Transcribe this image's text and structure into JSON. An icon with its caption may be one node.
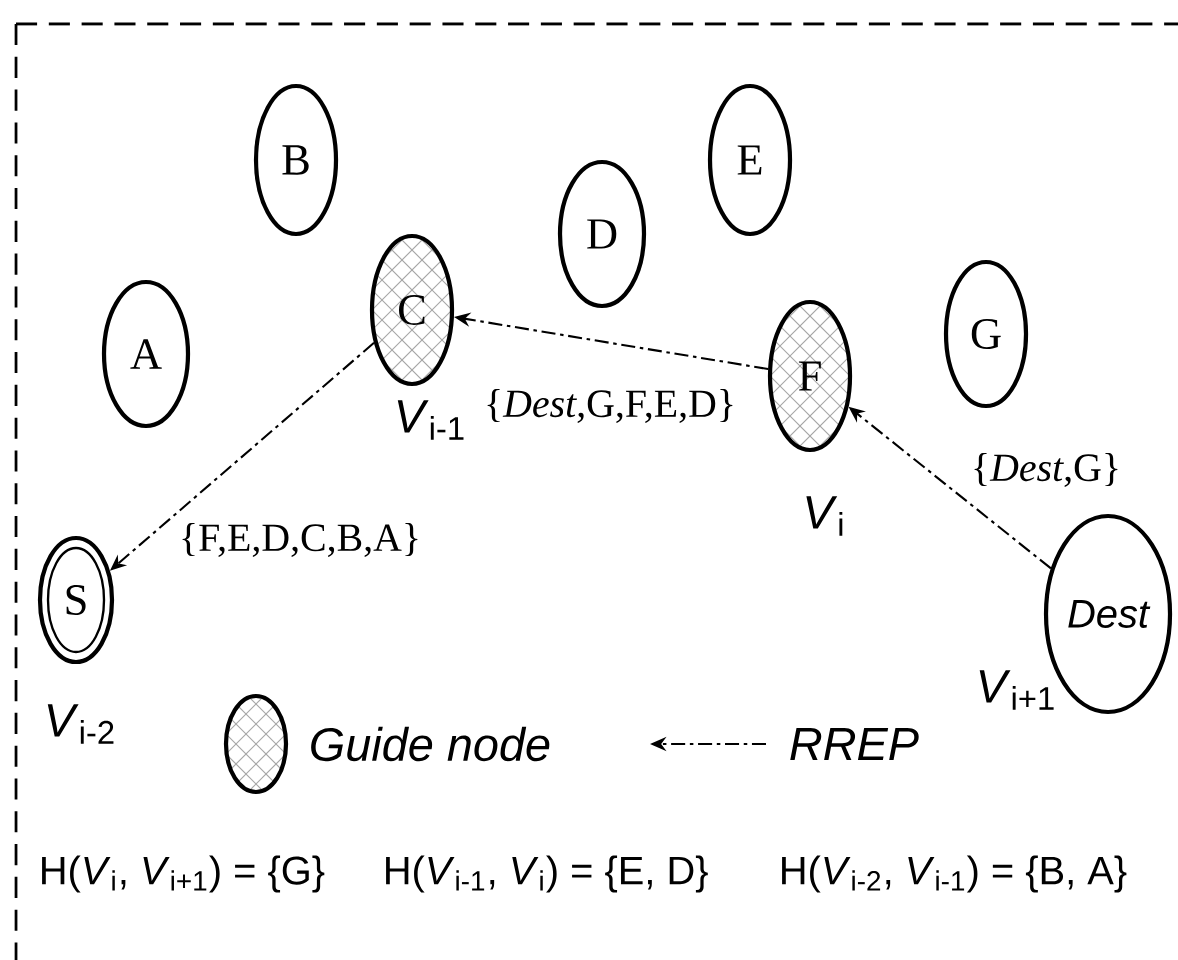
{
  "diagram": {
    "nodes": [
      {
        "text": [
          "A"
        ]
      },
      {
        "text": [
          "B"
        ]
      },
      {
        "text": [
          "C"
        ],
        "beside": [
          "*V*$_{i-1}$"
        ]
      },
      {
        "text": [
          "D"
        ]
      },
      {
        "text": [
          "E"
        ]
      },
      {
        "text": [
          "F"
        ],
        "beside": [
          "*V*$_{i}$"
        ]
      },
      {
        "text": [
          "G"
        ]
      },
      {
        "text": [
          "S"
        ],
        "beside": [
          "*V*$_{i-2}$"
        ]
      },
      {
        "text": [
          "Dest"
        ],
        "beside": [
          "*V*$_{i+1}$"
        ]
      }
    ],
    "edges": [
      {
        "from": 8,
        "to": 5,
        "arrow": "to",
        "label": "{*Dest*,G}"
      },
      {
        "from": 5,
        "to": 2,
        "arrow": "to",
        "label": "{*Dest*,G,F,E,D}"
      },
      {
        "from": 2,
        "to": 7,
        "arrow": "to",
        "label": "{F,E,D,C,B,A}"
      }
    ],
    "labels": [
      "H(*V*$_{i}$, *V*$_{i+1}$) = {G}",
      "H(*V*$_{i-1}$, *V*$_{i}$) = {E, D}",
      "H(*V*$_{i-2}$, *V*$_{i-1}$) = {B, A}"
    ],
    "legend": [
      {
        "text": "Guide node"
      },
      {
        "text": "RREP"
      }
    ]
  }
}
